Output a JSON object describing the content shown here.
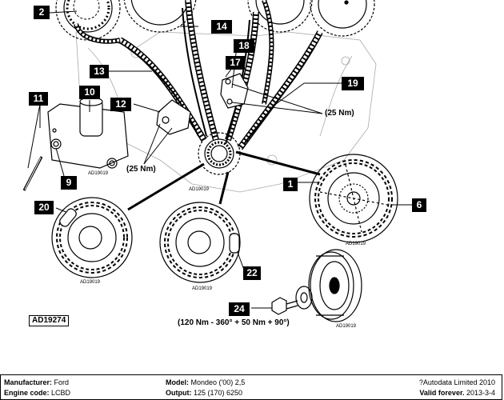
{
  "callouts": {
    "c2": "2",
    "c14": "14",
    "c18": "18",
    "c13": "13",
    "c17": "17",
    "c19": "19",
    "c11": "11",
    "c10": "10",
    "c12": "12",
    "c9": "9",
    "c1": "1",
    "c6": "6",
    "c20": "20",
    "c22": "22",
    "c24": "24"
  },
  "torque": {
    "t25_right": "(25 Nm)",
    "t25_left": "(25 Nm)",
    "t_crank": "(120 Nm - 360° + 50 Nm + 90°)"
  },
  "ad_labels": {
    "a1": "AD19019",
    "a2": "AD19019",
    "a3": "AD19019",
    "a4": "AD19019",
    "a5": "AD19019",
    "a6": "AD19019"
  },
  "figure_ref": "AD19274",
  "footer": {
    "manufacturer_label": "Manufacturer:",
    "manufacturer_value": "Ford",
    "engine_label": "Engine code:",
    "engine_value": "LCBD",
    "model_label": "Model:",
    "model_value": "Mondeo ('00) 2,5",
    "output_label": "Output:",
    "output_value": "125 (170) 6250",
    "copyright": "?Autodata Limited 2010",
    "valid_label": "Valid forever.",
    "valid_date": "2013-3-4"
  }
}
